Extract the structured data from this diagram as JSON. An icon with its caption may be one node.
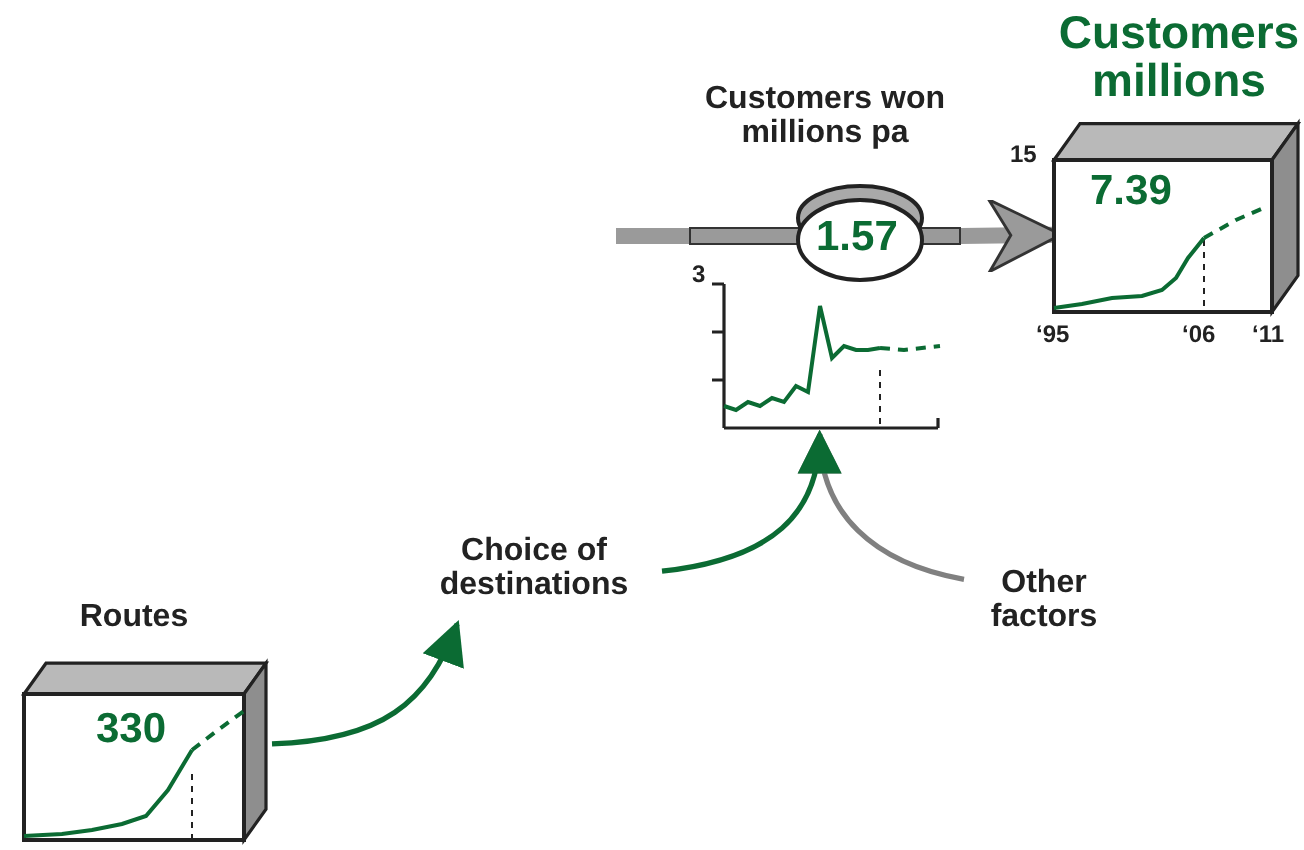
{
  "diagram": {
    "nodes": [
      {
        "text": [
          "Customers millions",
          "7.39"
        ]
      },
      {
        "text": [
          "Customers won millions pa",
          "1.57"
        ]
      },
      {
        "text": [],
        "shape": "chart"
      },
      {
        "text": [
          "Choice of destinations"
        ]
      },
      {
        "text": [
          "Other factors"
        ]
      },
      {
        "text": [
          "Routes",
          "330"
        ]
      }
    ],
    "edges": [
      {
        "from": 5,
        "to": 3,
        "arrow": "to",
        "color": "#0b6b33"
      },
      {
        "from": 3,
        "to": 2,
        "arrow": "to",
        "color": "#0b6b33"
      },
      {
        "from": 4,
        "to": 2,
        "arrow": "to",
        "color": "#808080"
      },
      {
        "from": null,
        "to": 1,
        "arrow": "none",
        "style": "thick",
        "color": "#9a9a9a"
      },
      {
        "from": 1,
        "to": 0,
        "arrow": "to",
        "style": "thick",
        "color": "#9a9a9a"
      }
    ],
    "labels": [
      "15",
      "‘95",
      "‘06",
      "‘11",
      "3"
    ]
  }
}
